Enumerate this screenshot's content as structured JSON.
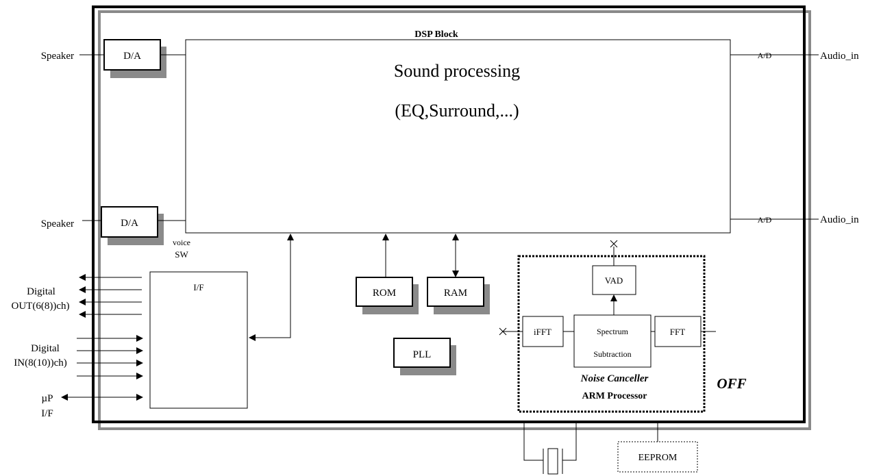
{
  "dsp": {
    "title": "DSP Block",
    "sound_line1": "Sound processing",
    "sound_line2": "(EQ,Surround,...)"
  },
  "left": {
    "speaker_top": "Speaker",
    "speaker_bottom": "Speaker",
    "da_top": "D/A",
    "da_bottom": "D/A",
    "voice": "voice",
    "sw": "SW",
    "digital_out_1": "Digital",
    "digital_out_2": "OUT(6(8))ch)",
    "digital_in_1": "Digital",
    "digital_in_2": "IN(8(10))ch)",
    "up_1": "µP",
    "up_2": "I/F"
  },
  "right": {
    "ad_top": "A/D",
    "ad_bottom": "A/D",
    "audio_in_top": "Audio_in",
    "audio_in_bottom": "Audio_in"
  },
  "blocks": {
    "if": "I/F",
    "rom": "ROM",
    "ram": "RAM",
    "pll": "PLL",
    "eeprom": "EEPROM"
  },
  "arm": {
    "vad": "VAD",
    "ifft": "iFFT",
    "fft": "FFT",
    "spectrum1": "Spectrum",
    "spectrum2": "Subtraction",
    "noise": "Noise Canceller",
    "arm": "ARM Processor",
    "off": "OFF"
  }
}
